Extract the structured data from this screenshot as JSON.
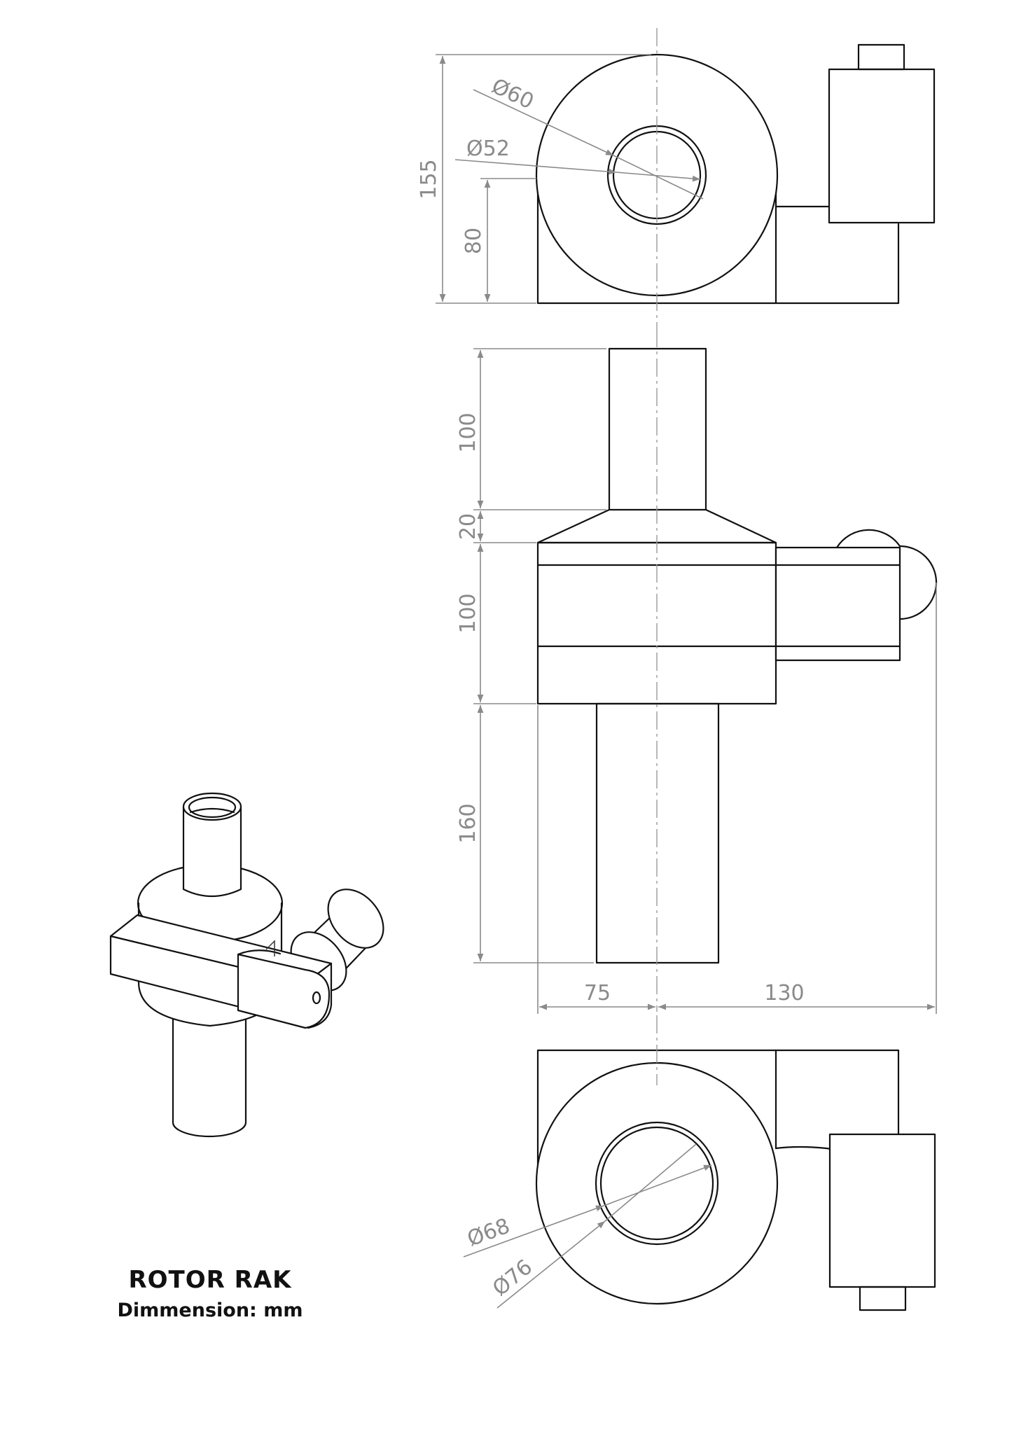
{
  "title": "ROTOR RAK",
  "subtitle": "Dimmension: mm",
  "dimensions": {
    "top_height": "155",
    "top_base_height": "80",
    "top_outer_dia": "Ø60",
    "top_inner_dia": "Ø52",
    "front_top_tube": "100",
    "front_taper": "20",
    "front_body": "100",
    "front_bottom_tube": "160",
    "front_left_width": "75",
    "front_right_width": "130",
    "bottom_inner_dia": "Ø68",
    "bottom_outer_dia": "Ø76"
  },
  "colors": {
    "line": "#111111",
    "dimension": "#8a8a8a"
  }
}
